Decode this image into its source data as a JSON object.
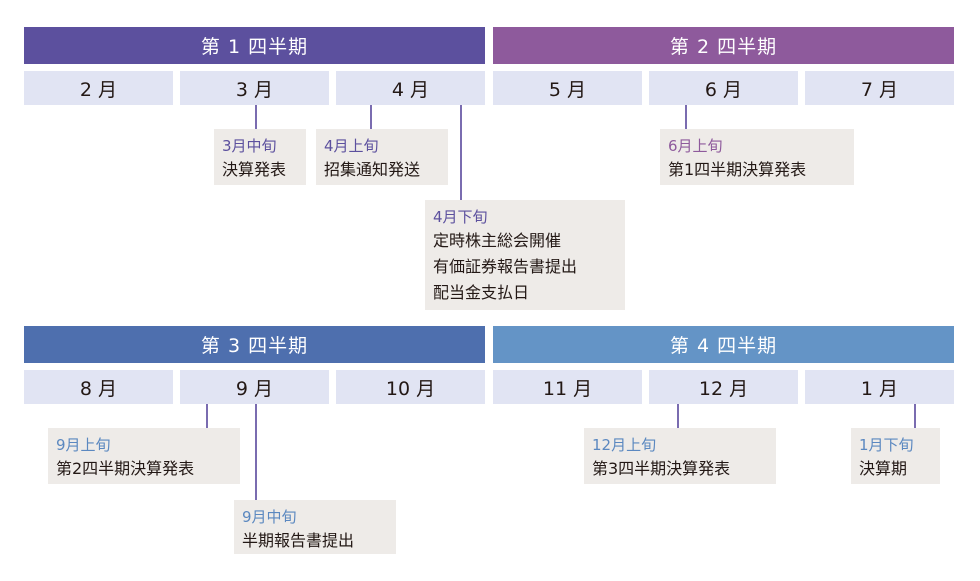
{
  "quarters": [
    {
      "label": "第 1 四半期",
      "color": "#5c509e"
    },
    {
      "label": "第 2 四半期",
      "color": "#8e5a9c"
    },
    {
      "label": "第 3 四半期",
      "color": "#4e6fae"
    },
    {
      "label": "第 4 四半期",
      "color": "#6494c6"
    }
  ],
  "months": [
    "2 月",
    "3 月",
    "4 月",
    "5 月",
    "6 月",
    "7 月",
    "8 月",
    "9 月",
    "10 月",
    "11 月",
    "12 月",
    "1 月"
  ],
  "events": [
    {
      "date": "3月中旬",
      "items": [
        "決算発表"
      ]
    },
    {
      "date": "4月上旬",
      "items": [
        "招集通知発送"
      ]
    },
    {
      "date": "4月下旬",
      "items": [
        "定時株主総会開催",
        "有価証券報告書提出",
        "配当金支払日"
      ]
    },
    {
      "date": "6月上旬",
      "items": [
        "第1四半期決算発表"
      ]
    },
    {
      "date": "9月上旬",
      "items": [
        "第2四半期決算発表"
      ]
    },
    {
      "date": "9月中旬",
      "items": [
        "半期報告書提出"
      ]
    },
    {
      "date": "12月上旬",
      "items": [
        "第3四半期決算発表"
      ]
    },
    {
      "date": "1月下旬",
      "items": [
        "決算期"
      ]
    }
  ]
}
